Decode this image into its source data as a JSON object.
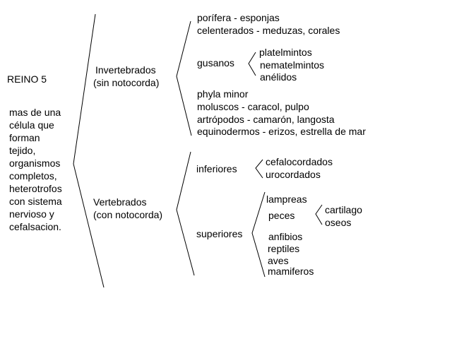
{
  "root": {
    "title": "REINO 5",
    "description": [
      "mas de una",
      "célula que",
      "forman",
      "tejido,",
      "organismos",
      "completos,",
      "heterotrofos",
      "con sistema",
      "nervioso y",
      "cefalsacion."
    ]
  },
  "invertebrados": {
    "label": [
      "Invertebrados",
      "(sin notocorda)"
    ],
    "top_items": [
      "porífera - esponjas",
      "celenterados - meduzas, corales"
    ],
    "gusanos": {
      "label": "gusanos",
      "items": [
        "platelmintos",
        "nematelmintos",
        "anélidos"
      ]
    },
    "bottom_items": [
      "phyla minor",
      "moluscos - caracol, pulpo",
      "artrópodos - camarón, langosta",
      "equinodermos - erizos, estrella de mar"
    ]
  },
  "vertebrados": {
    "label": [
      "Vertebrados",
      "(con notocorda)"
    ],
    "inferiores": {
      "label": "inferiores",
      "items": [
        "cefalocordados",
        "urocordados"
      ]
    },
    "superiores": {
      "label": "superiores",
      "lampreas": "lampreas",
      "peces": {
        "label": "peces",
        "items": [
          "cartilago",
          "oseos"
        ]
      },
      "items": [
        "anfibios",
        "reptiles",
        "aves",
        "mamiferos"
      ]
    }
  }
}
